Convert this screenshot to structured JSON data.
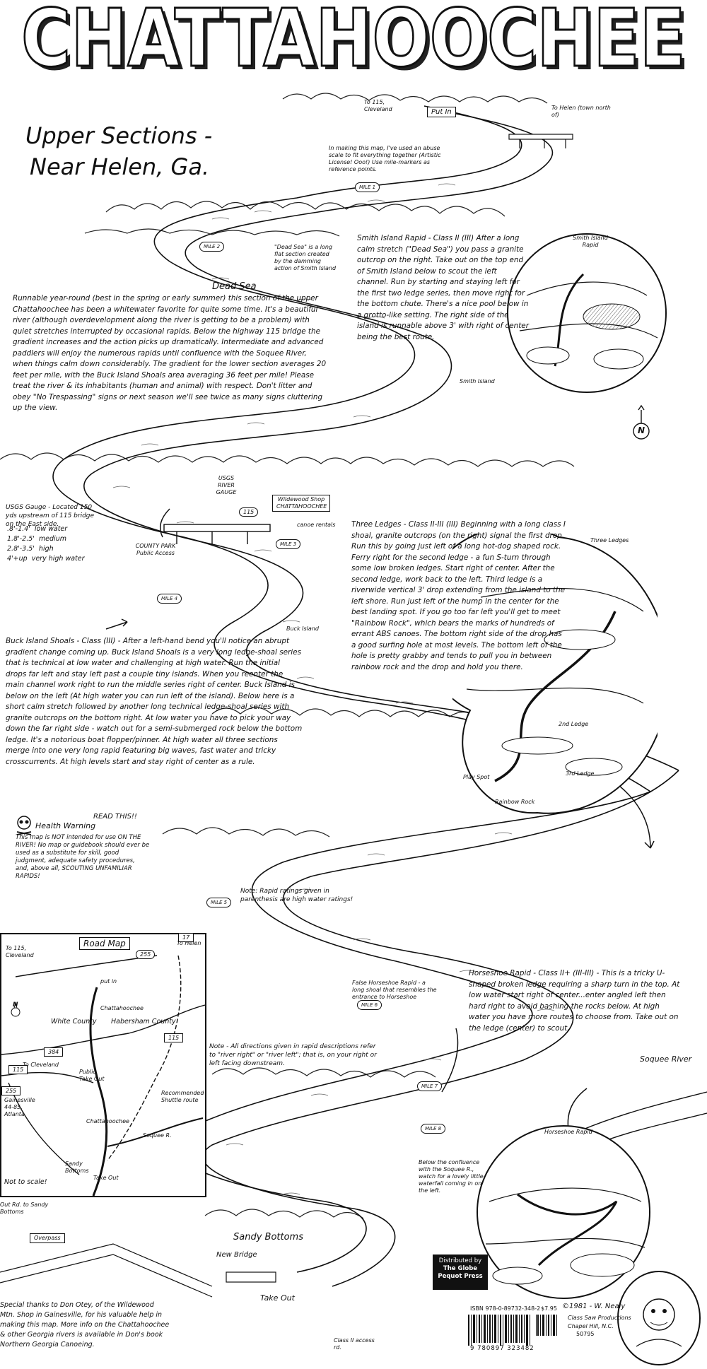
{
  "title": "CHATTAHOOCHEE",
  "subtitle_line1": "Upper Sections -",
  "subtitle_line2": "Near Helen, Ga.",
  "mapmaker_note": "In making this map, I've used an abuse scale to fit everything together (Artistic License! Ooo!) Use mile-markers as reference points.",
  "top_labels": {
    "to_cleveland": "To 115, Cleveland",
    "put_in": "Put In",
    "to_helen": "To Helen (town north of)"
  },
  "dead_sea_note": "\"Dead Sea\" is a long flat section created by the damming action of Smith Island",
  "dead_sea_label": "Dead Sea",
  "intro_text": "Runnable year-round (best in the spring or early summer) this section of the upper Chattahoochee has been a whitewater favorite for quite some time. It's a beautiful river (although overdevelopment along the river is getting to be a problem) with quiet stretches interrupted by occasional rapids. Below the highway 115 bridge the gradient increases and the action picks up dramatically. Intermediate and advanced paddlers will enjoy the numerous rapids until confluence with the Soquee River, when things calm down considerably. The gradient for the lower section averages 20 feet per mile, with the Buck Island Shoals area averaging 36 feet per mile! Please treat the river & its inhabitants (human and animal) with respect. Don't litter and obey \"No Trespassing\" signs or next season we'll see twice as many signs cluttering up the view.",
  "smith_island_text": "Smith Island Rapid - Class II (III) After a long calm stretch (\"Dead Sea\") you pass a granite outcrop on the right. Take out on the top end of Smith Island below to scout the left channel. Run by starting and staying left for the first two ledge series, then move right for the bottom chute. There's a nice pool below in a grotto-like setting. The right side of the island is runnable above 3' with right of center being the best route.",
  "smith_island_circle_label": "Smith Island Rapid",
  "smith_island_label": "Smith Island",
  "north_label": "N",
  "gauge_text": "USGS Gauge - Located 150 yds upstream of 115 bridge on the East side.",
  "gauge_levels": [
    {
      "range": ".8'-1.4'",
      "desc": "low water"
    },
    {
      "range": "1.8'-2.5'",
      "desc": "medium"
    },
    {
      "range": "2.8'-3.5'",
      "desc": "high"
    },
    {
      "range": "4'+up",
      "desc": "very high water"
    }
  ],
  "gauge_map_label": "USGS RIVER GAUGE",
  "highway_label": "115",
  "county_park_label": "COUNTY PARK Public Access",
  "outfitter_label": "Wildewood Shop CHATTAHOOCHEE",
  "canoe_rentals_label": "canoe rentals",
  "three_ledges_text": "Three Ledges - Class II-III (III) Beginning with a long class I shoal, granite outcrops (on the right) signal the first drop. Run this by going just left of a long hot-dog shaped rock. Ferry right for the second ledge - a fun S-turn through some low broken ledges. Start right of center. After the second ledge, work back to the left. Third ledge is a riverwide vertical 3' drop extending from the island to the left shore. Run just left of the hump in the center for the best landing spot. If you go too far left you'll get to meet \"Rainbow Rock\", which bears the marks of hundreds of errant ABS canoes. The bottom right side of the drop has a good surfing hole at most levels. The bottom left of the hole is pretty grabby and tends to pull you in between rainbow rock and the drop and hold you there.",
  "three_ledges_circle_label": "Three Ledges",
  "three_ledges_labels": [
    "2nd Ledge",
    "3rd Ledge",
    "Play Spot",
    "Rainbow Rock"
  ],
  "buck_island_label": "Buck Island",
  "buck_island_text": "Buck Island Shoals - Class (III) - After a left-hand bend you'll notice an abrupt gradient change coming up. Buck Island Shoals is a very long ledge-shoal series that is technical at low water and challenging at high water. Run the initial drops far left and stay left past a couple tiny islands. When you reenter the main channel work right to run the middle series right of center. Buck Island is below on the left (At high water you can run left of the island). Below here is a short calm stretch followed by another long technical ledge-shoal series with granite outcrops on the bottom right. At low water you have to pick your way down the far right side - watch out for a semi-submerged rock below the bottom ledge. It's a notorious boat flopper/pinner. At high water all three sections merge into one very long rapid featuring big waves, fast water and tricky crosscurrents. At high levels start and stay right of center as a rule.",
  "health_warning_label": "Health Warning",
  "read_this_label": "READ THIS!!",
  "health_warning_text": "This map is NOT intended for use ON THE RIVER! No map or guidebook should ever be used as a substitute for skill, good judgment, adequate safety procedures, and, above all, SCOUTING UNFAMILIAR RAPIDS!",
  "ratings_note": "Note: Rapid ratings given in parenthesis are high water ratings!",
  "road_map": {
    "title": "Road Map",
    "labels": [
      "To 115, Cleveland",
      "To Helen",
      "put in",
      "Chattahoochee",
      "White County",
      "Habersham County",
      "To Cleveland",
      "Public Take Out",
      "Gainesville 44-85, Atlanta",
      "Chattahoochee",
      "Soquee R.",
      "Sandy Bottoms",
      "Take Out",
      "Recommended Shuttle route",
      "Not to scale!"
    ],
    "routes": [
      "255",
      "17",
      "115",
      "384",
      "255",
      "115"
    ],
    "north": "N"
  },
  "false_horseshoe_label": "False Horseshoe Rapid - a long shoal that resembles the entrance to Horseshoe",
  "directions_note": "Note - All directions given in rapid descriptions refer to \"river right\" or \"river left\"; that is, on your right or left facing downstream.",
  "horseshoe_text": "Horseshoe Rapid - Class II+ (III-III) - This is a tricky U-shaped broken ledge requiring a sharp turn in the top. At low water start right of center...enter angled left then hard right to avoid bashing the rocks below. At high water you have more routes to choose from. Take out on the ledge (center) to scout.",
  "soquee_label": "Soquee River",
  "horseshoe_circle_label": "Horseshoe Rapid",
  "confluence_note": "Below the confluence with the Soquee R., watch for a lovely little waterfall coming in on the left.",
  "mile_markers": [
    "MILE 1",
    "MILE 2",
    "MILE 3",
    "MILE 4",
    "MILE 5",
    "MILE 6",
    "MILE 7",
    "MILE 8"
  ],
  "sandy_bottoms_label": "Sandy Bottoms",
  "new_bridge_label": "New Bridge",
  "take_out_label": "Take Out",
  "class_ii_label": "Class II access rd.",
  "out_rd_label": "Out Rd. to Sandy Bottoms",
  "overpass_label": "Overpass",
  "thanks_text": "Special thanks to Don Otey, of the Wildewood Mtn. Shop in Gainesville, for his valuable help in making this map. More info on the Chattahoochee & other Georgia rivers is available in Don's book Northern Georgia Canoeing.",
  "publisher": [
    "Distributed by",
    "The Globe",
    "Pequot Press"
  ],
  "isbn": "ISBN 978-0-89732-348-2",
  "price": "$7.95",
  "price_code": "50795",
  "barcode_number": "9 780897 323482",
  "copyright": "©1981 - W. Nealy",
  "copyright_sub": "Class Saw Productions",
  "copyright_city": "Chapel Hill, N.C."
}
